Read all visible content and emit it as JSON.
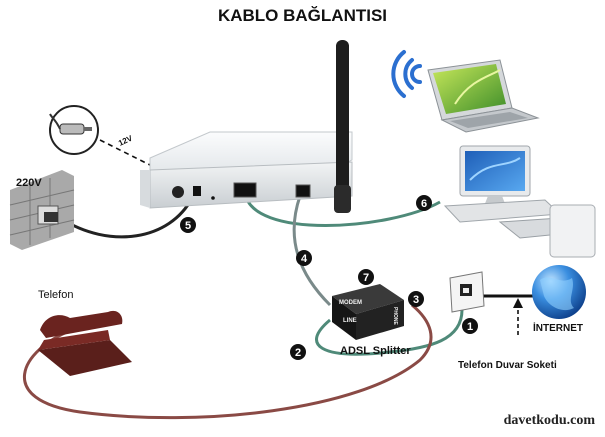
{
  "title": "KABLO BAĞLANTISI",
  "labels": {
    "power": "220V",
    "adapter_voltage": "12V",
    "phone": "Telefon",
    "splitter": "ADSL Splitter",
    "splitter_modem": "MODEM",
    "splitter_line": "LINE",
    "splitter_phone": "PHONE",
    "wall_socket": "Telefon Duvar Soketi",
    "internet": "İNTERNET"
  },
  "steps": [
    "1",
    "2",
    "3",
    "4",
    "5",
    "6",
    "7"
  ],
  "watermark": "davetkodu.com",
  "colors": {
    "green_cable": "#4f8a79",
    "red_cable": "#8a4a45",
    "black_cable": "#222222",
    "router_body": "#eceff1",
    "splitter_body": "#1f1f1f",
    "globe": "#2f7fd6",
    "wifi": "#2b6fd0"
  }
}
